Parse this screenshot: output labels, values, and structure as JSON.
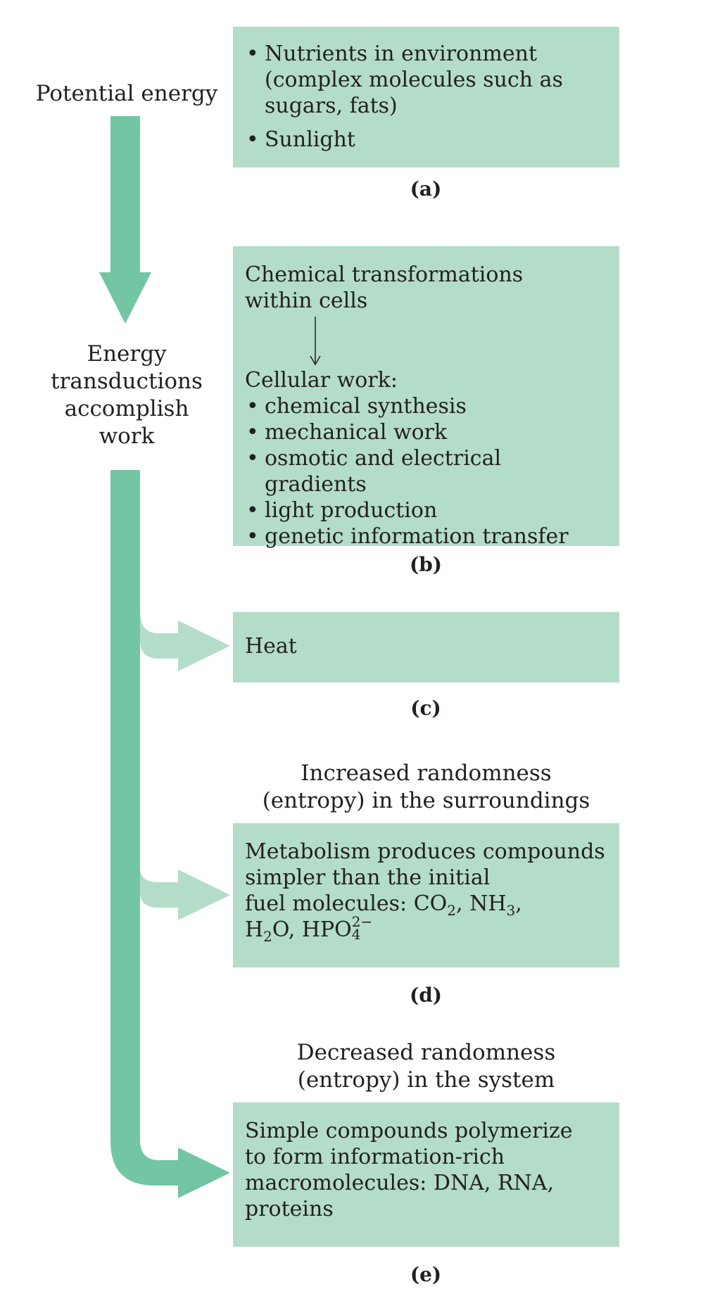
{
  "left_labels": {
    "potential_energy": "Potential energy",
    "energy_transductions": [
      "Energy",
      "transductions",
      "accomplish",
      "work"
    ]
  },
  "panel_a": {
    "items": [
      [
        "Nutrients in environment",
        "(complex molecules such as",
        "sugars, fats)"
      ],
      [
        "Sunlight"
      ]
    ],
    "label": "(a)"
  },
  "panel_b": {
    "intro": [
      "Chemical transformations",
      "within cells"
    ],
    "work_title": "Cellular work:",
    "items": [
      "chemical synthesis",
      "mechanical work",
      "osmotic and electrical gradients",
      "light production",
      "genetic information transfer"
    ],
    "label": "(b)"
  },
  "panel_c": {
    "text": "Heat",
    "label": "(c)"
  },
  "caption_d": [
    "Increased randomness",
    "(entropy) in the surroundings"
  ],
  "panel_d": {
    "lines": [
      "Metabolism produces compounds",
      "simpler than the initial"
    ],
    "fuel_prefix": "fuel molecules: ",
    "co": "CO",
    "co_sub": "2",
    "nh": "NH",
    "nh_sub": "3",
    "h": "H",
    "h_sub": "2",
    "o": "O, ",
    "hpo": "HPO",
    "hpo_sup": "2−",
    "hpo_sub": "4",
    "label": "(d)"
  },
  "caption_e": [
    "Decreased randomness",
    "(entropy) in the system"
  ],
  "panel_e": {
    "lines": [
      "Simple compounds polymerize",
      "to form information-rich",
      "macromolecules: DNA, RNA,",
      "proteins"
    ],
    "label": "(e)"
  },
  "colors": {
    "box_fill": "#b3ddc9",
    "arrow_dark": "#72c6a3",
    "arrow_light": "#b3ddc9",
    "text": "#231f20"
  }
}
